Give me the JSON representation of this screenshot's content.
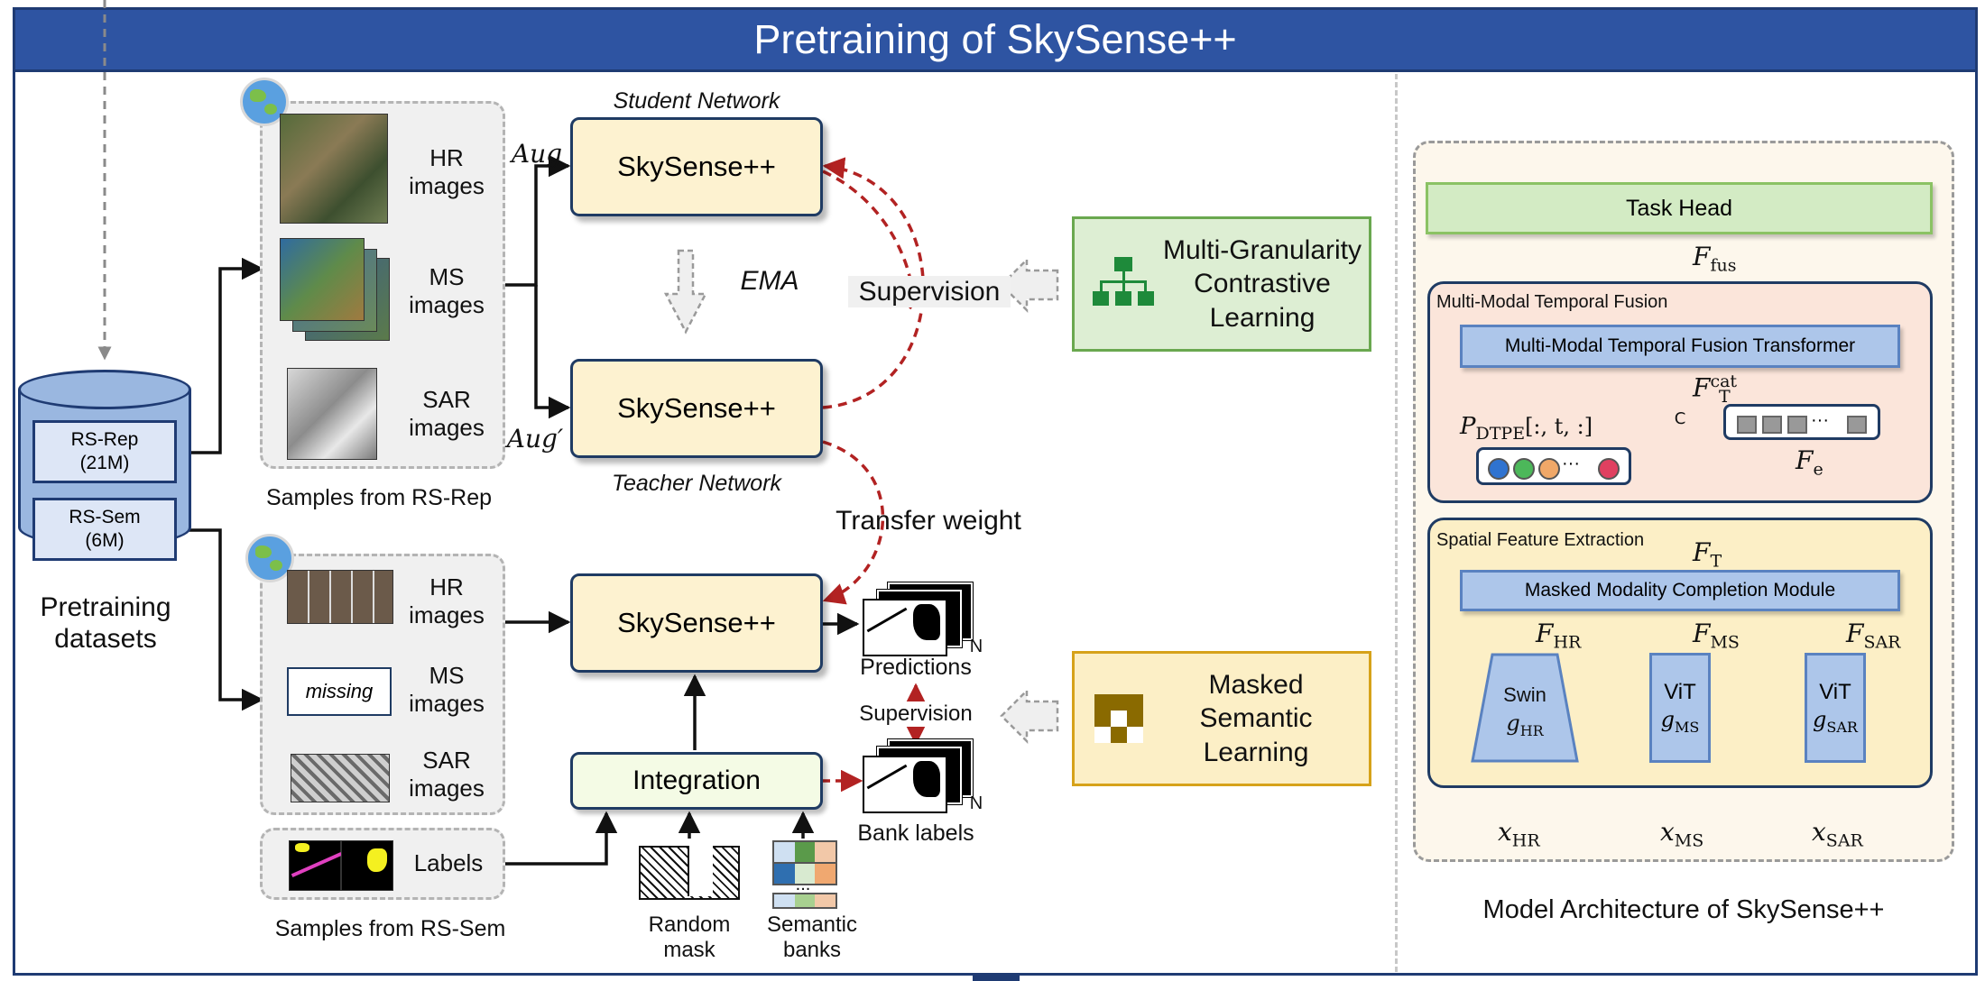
{
  "title": "Pretraining of SkySense++",
  "datasets": {
    "rs_rep": "RS-Rep\n(21M)",
    "rs_sem": "RS-Sem\n(6M)",
    "caption": "Pretraining\ndatasets"
  },
  "rep_samples": {
    "hr": "HR\nimages",
    "ms": "MS\nimages",
    "sar": "SAR\nimages",
    "caption": "Samples from RS-Rep"
  },
  "sem_samples": {
    "hr": "HR\nimages",
    "missing": "missing",
    "ms": "MS\nimages",
    "sar": "SAR\nimages",
    "labels": "Labels",
    "caption": "Samples from RS-Sem"
  },
  "networks": {
    "student_label": "Student Network",
    "teacher_label": "Teacher Network",
    "student_box": "SkySense++",
    "teacher_box": "SkySense++",
    "semantic_box": "SkySense++",
    "aug": "Aug",
    "aug_prime": "Aug′",
    "ema": "EMA",
    "supervision": "Supervision",
    "transfer": "Transfer weight"
  },
  "semantic_flow": {
    "integration": "Integration",
    "random_mask": "Random\nmask",
    "semantic_banks": "Semantic\nbanks",
    "banks_dots": "...",
    "predictions": "Predictions",
    "bank_labels": "Bank labels",
    "supervision": "Supervision",
    "n": "N"
  },
  "learning": {
    "mgcl": "Multi-Granularity\nContrastive\nLearning",
    "msl": "Masked\nSemantic\nLearning"
  },
  "architecture": {
    "caption": "Model Architecture of SkySense++",
    "task_head": "Task Head",
    "mmtf_title": "Multi-Modal Temporal Fusion",
    "mmtf_transformer": "Multi-Modal Temporal Fusion Transformer",
    "sfe_title": "Spatial Feature Extraction",
    "mmcm": "Masked Modality Completion Module",
    "swin": "Swin",
    "vit_ms": "ViT",
    "vit_sar": "ViT",
    "concat": "C",
    "f_fus": "fus",
    "f_t_cat": "T",
    "cat": "cat",
    "f_e": "e",
    "f_t": "T",
    "f_hr": "HR",
    "f_ms": "MS",
    "f_sar": "SAR",
    "g_hr": "HR",
    "g_ms": "MS",
    "g_sar": "SAR",
    "x_hr": "HR",
    "x_ms": "MS",
    "x_sar": "SAR",
    "p_dtpe_sub": "DTPE",
    "p_dtpe_idx": "[:, t, :]"
  },
  "colors": {
    "title_bg": "#2e54a2",
    "dataset": "#9ab7e0",
    "skysense": "#fdf2d0",
    "green_box": "#ddeed3",
    "yellow_box": "#fcefc6",
    "arrow_red": "#b22222",
    "blue_block": "#adc6ea"
  },
  "icons": [
    "globe-icon",
    "hierarchy-icon",
    "masked-grid-icon"
  ]
}
